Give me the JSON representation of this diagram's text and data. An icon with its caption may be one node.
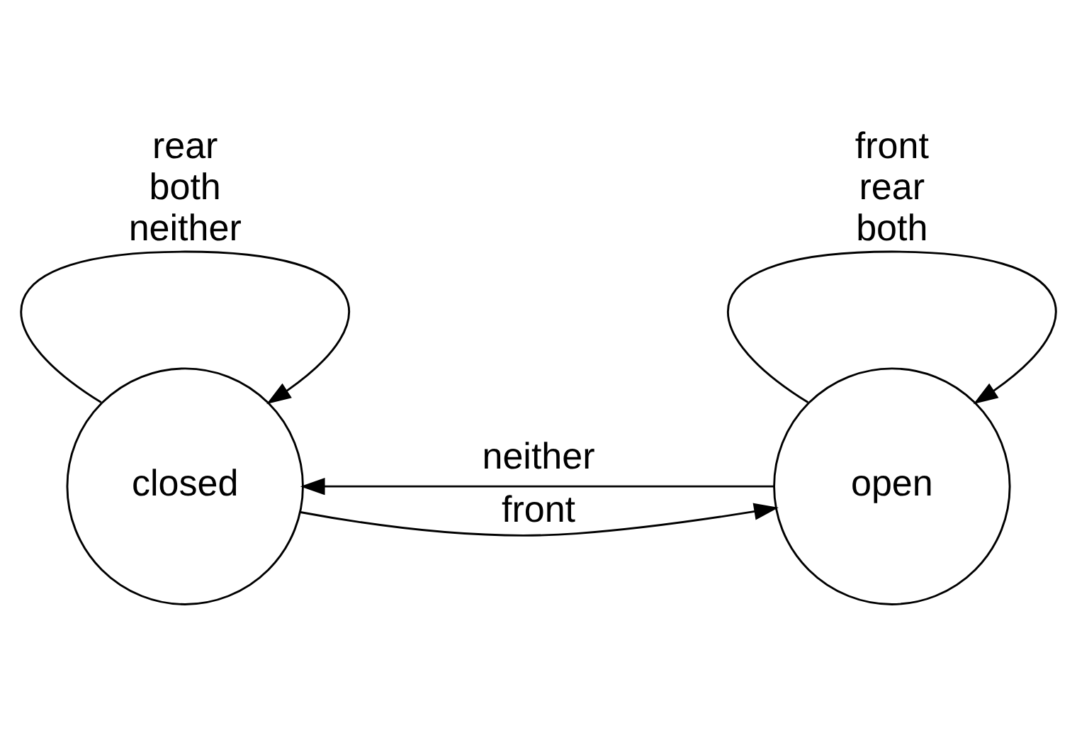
{
  "diagram": {
    "nodes": [
      {
        "text": [
          "closed"
        ]
      },
      {
        "text": [
          "open"
        ]
      }
    ],
    "edges": [
      {
        "from": 0,
        "to": 0,
        "arrow": "to",
        "label": "rear both neither"
      },
      {
        "from": 0,
        "to": 1,
        "arrow": "to",
        "label": "front"
      },
      {
        "from": 1,
        "to": 0,
        "arrow": "to",
        "label": "neither"
      },
      {
        "from": 1,
        "to": 1,
        "arrow": "to",
        "label": "front rear both"
      }
    ]
  }
}
